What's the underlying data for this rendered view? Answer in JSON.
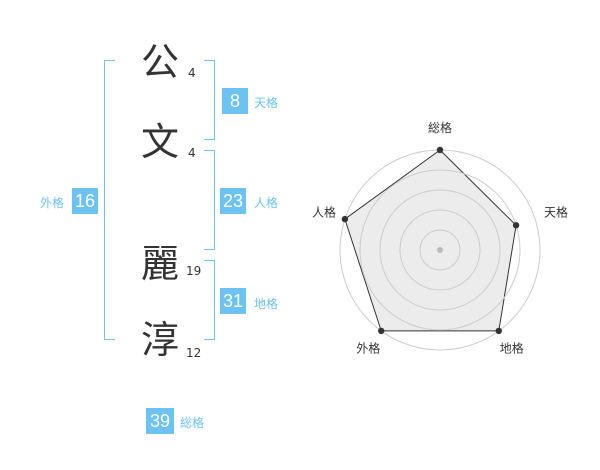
{
  "name": {
    "characters": [
      {
        "char": "公",
        "strokes": "4"
      },
      {
        "char": "文",
        "strokes": "4"
      },
      {
        "char": "麗",
        "strokes": "19"
      },
      {
        "char": "淳",
        "strokes": "12"
      }
    ]
  },
  "fortunes": {
    "tenkaku": {
      "label": "天格",
      "value": "8"
    },
    "jinkaku": {
      "label": "人格",
      "value": "23"
    },
    "chikaku": {
      "label": "地格",
      "value": "31"
    },
    "gaikaku": {
      "label": "外格",
      "value": "16"
    },
    "soukaku": {
      "label": "総格",
      "value": "39"
    }
  },
  "colors": {
    "accent": "#6cc3f2",
    "text": "#333333",
    "grid": "#cccccc",
    "fill": "#ececec"
  },
  "chart_data": {
    "type": "radar",
    "axes": [
      "総格",
      "天格",
      "地格",
      "外格",
      "人格"
    ],
    "values": [
      5,
      4,
      5,
      5,
      5
    ],
    "max": 5,
    "rings": 5,
    "grid": true
  }
}
